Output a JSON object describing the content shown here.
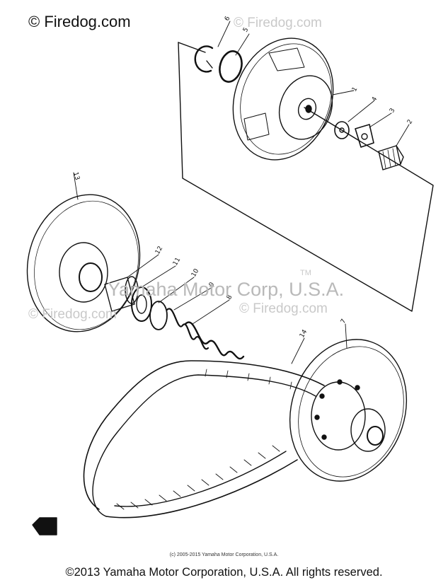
{
  "header": {
    "brand": "© Firedog.com"
  },
  "watermarks": {
    "top": "© Firedog.com",
    "middle_left": "© Firedog.com",
    "middle_right": "© Firedog.com",
    "corp": "Yamaha Motor Corp, U.S.A.",
    "tm": "TM"
  },
  "callouts": [
    "1",
    "2",
    "3",
    "4",
    "5",
    "6",
    "7",
    "8",
    "9",
    "10",
    "11",
    "12",
    "13",
    "14"
  ],
  "footer": {
    "small": "(c) 2005-2015 Yamaha Motor Corporation, U.S.A.",
    "main": "©2013 Yamaha Motor Corporation, U.S.A. All rights reserved."
  },
  "colors": {
    "ink": "#111111",
    "watermark": "#c0c0c0"
  }
}
